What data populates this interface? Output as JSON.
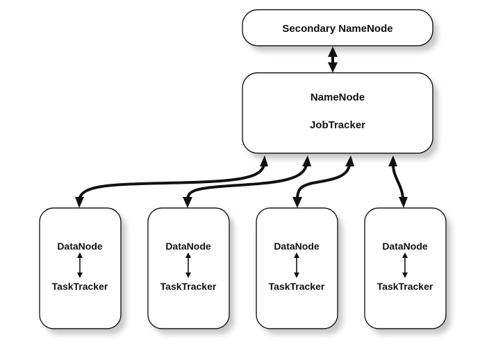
{
  "diagram": {
    "secondary_namenode": {
      "label": "Secondary NameNode"
    },
    "master": {
      "line1": "NameNode",
      "line2": "JobTracker"
    },
    "slaves": [
      {
        "top": "DataNode",
        "bottom": "TaskTracker"
      },
      {
        "top": "DataNode",
        "bottom": "TaskTracker"
      },
      {
        "top": "DataNode",
        "bottom": "TaskTracker"
      },
      {
        "top": "DataNode",
        "bottom": "TaskTracker"
      }
    ],
    "colors": {
      "stroke": "#111111",
      "box_fill": "#ffffff",
      "shadow": "#9a9a9a"
    }
  }
}
